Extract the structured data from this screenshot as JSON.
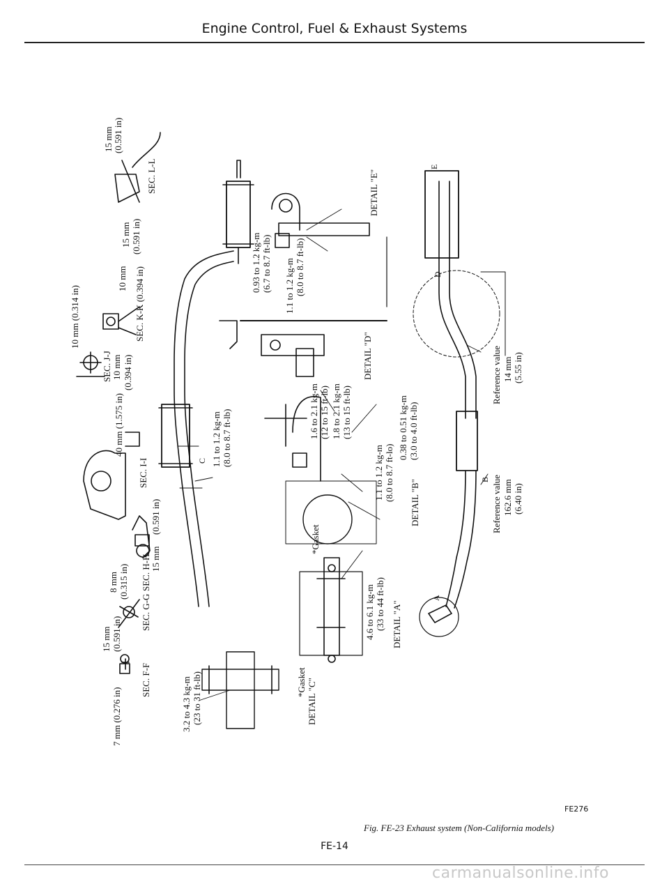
{
  "header": {
    "title": "Engine Control, Fuel & Exhaust Systems"
  },
  "labels": {
    "dim_7mm": "7 mm (0.276 in)",
    "dim_15mm_f": "15 mm",
    "dim_0591_f": "(0.591 in)",
    "dim_8mm": "8 mm",
    "dim_0315": "(0.315 in)",
    "dim_15mm_h": "15 mm",
    "dim_0591_h": "(0.591 in)",
    "sec_ff": "SEC. F-F",
    "sec_gg": "SEC. G-G",
    "sec_hh": "SEC. H-H",
    "dim_40mm": "40 mm (1.575 in)",
    "sec_ii": "SEC. I-I",
    "dim_10mm_j": "10 mm (0.314 in)",
    "sec_jj": "SEC. J-J",
    "dim_10mm_k1": "10 mm",
    "dim_0394_k1": "(0.394 in)",
    "dim_10mm_k2": "10 mm",
    "sec_kk": "SEC. K-K (0.394 in)",
    "dim_15mm_l1": "15 mm",
    "dim_0591_l1": "(0.591 in)",
    "dim_15mm_l2": "15 mm",
    "dim_0591_l2": "(0.591 in)",
    "sec_ll": "SEC. L-L",
    "torque_32": "3.2 to 4.3 kg-m",
    "torque_32_ft": "(23 to 31 ft-lb)",
    "gasket_c": "*Gasket",
    "detail_c": "DETAIL \"C\"",
    "torque_11a": "1.1 to 1.2 kg-m",
    "torque_11a_ft": "(8.0 to 8.7 ft-lb)",
    "torque_46": "4.6 to 6.1 kg-m",
    "torque_46_ft": "(33 to 44 ft-lb)",
    "gasket_a": "*Gasket",
    "detail_a": "DETAIL \"A\"",
    "torque_16": "1.6 to 2.1 kg-m",
    "torque_16_ft": "(12 to 15 ft-lb)",
    "torque_18": "1.8 to 2.1 kg-m",
    "torque_18_ft": "(13 to 15 ft-lb)",
    "torque_11b": "1.1 to 1.2 kg-m",
    "torque_11b_ft": "(8.0 to 8.7 ft-lo)",
    "torque_038": "0.38 to 0.51 kg-m",
    "torque_038_ft": "(3.0 to 4.0 ft-lb)",
    "detail_b": "DETAIL \"B\"",
    "detail_d": "DETAIL \"D\"",
    "torque_093": "0.93 to 1.2 kg-m",
    "torque_093_ft": "(6.7 to 8.7 ft-lb)",
    "torque_11c": "1.1 to 1.2 kg-m",
    "torque_11c_ft": "(8.0 to 8.7 ft-lb)",
    "detail_e": "DETAIL \"E\"",
    "ref_value_1": "Reference value",
    "ref_14mm": "14 mm",
    "ref_555": "(5.55 in)",
    "ref_value_2": "Reference value",
    "ref_1626": "162.6 mm",
    "ref_640": "(6.40 in)",
    "mark_a": "A",
    "mark_b": "B",
    "mark_c": "C",
    "mark_d": "D",
    "mark_e": "E"
  },
  "figure": {
    "code": "FE276",
    "caption": "Fig. FE-23 Exhaust system (Non-California models)"
  },
  "page": {
    "number": "FE-14"
  },
  "watermark": "carmanualsonline.info"
}
